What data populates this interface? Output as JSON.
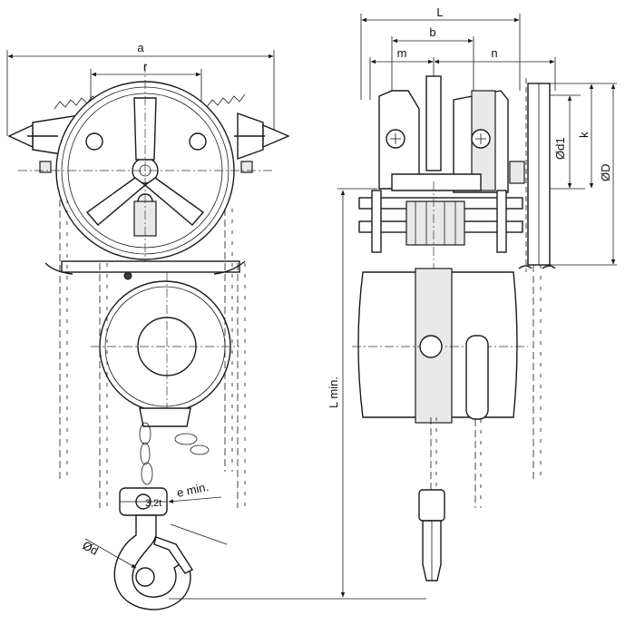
{
  "labels": {
    "a": "a",
    "r": "r",
    "e_min": "e min.",
    "d": "Ød",
    "L": "L",
    "b": "b",
    "m": "m",
    "n": "n",
    "d1": "Ød1",
    "k": "k",
    "D": "ØD",
    "L_min": "L min.",
    "load_mark": "3,2t"
  }
}
